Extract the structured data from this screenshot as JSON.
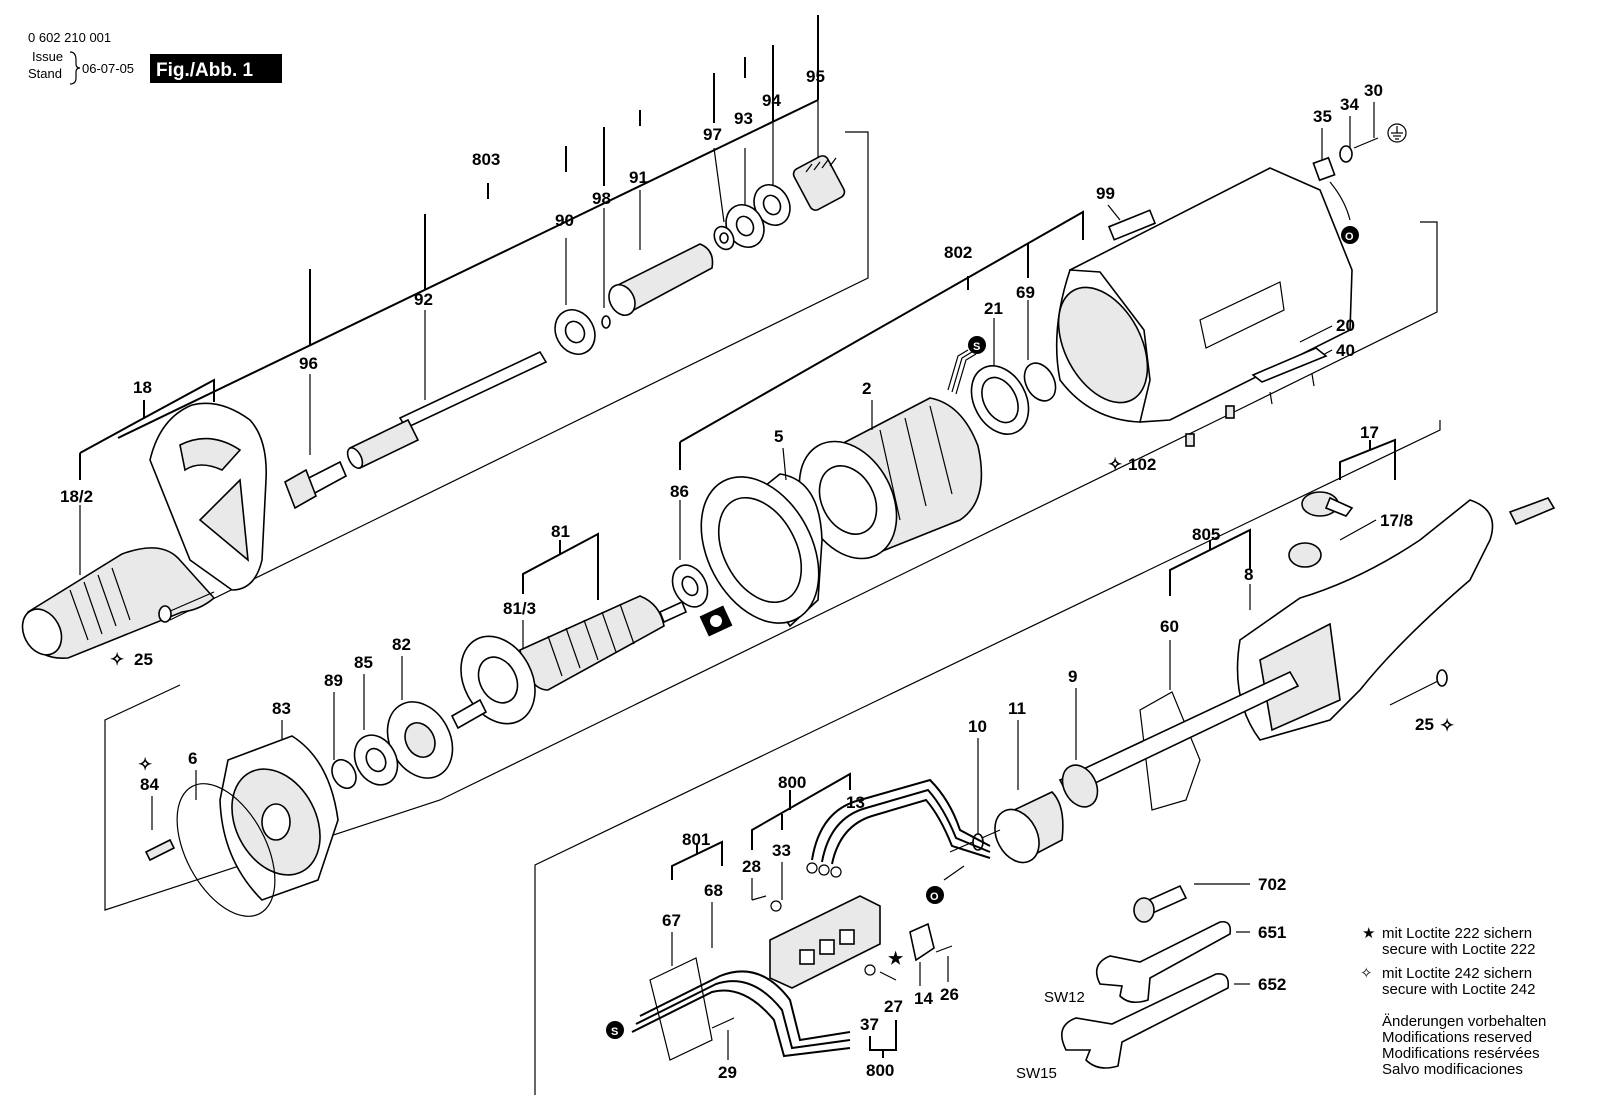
{
  "header": {
    "part_number": "0 602 210 001",
    "issue_label": "Issue",
    "stand_label": "Stand",
    "date": "06-07-05",
    "figure_badge": "Fig./Abb. 1"
  },
  "callouts": {
    "c803": "803",
    "c95": "95",
    "c94": "94",
    "c93": "93",
    "c97": "97",
    "c91": "91",
    "c98": "98",
    "c90": "90",
    "c92": "92",
    "c96": "96",
    "c18": "18",
    "c18_2": "18/2",
    "c25a": "25",
    "c35": "35",
    "c34": "34",
    "c30": "30",
    "c99": "99",
    "c802": "802",
    "c21": "21",
    "c69": "69",
    "c20": "20",
    "c40": "40",
    "c102": "102",
    "c2": "2",
    "c5": "5",
    "c86": "86",
    "c81": "81",
    "c81_3": "81/3",
    "c82": "82",
    "c85": "85",
    "c89": "89",
    "c83": "83",
    "c84": "84",
    "c6": "6",
    "c17": "17",
    "c17_8": "17/8",
    "c805": "805",
    "c8": "8",
    "c60": "60",
    "c9": "9",
    "c11": "11",
    "c10": "10",
    "c25b": "25",
    "c800a": "800",
    "c13": "13",
    "c28": "28",
    "c33": "33",
    "c801": "801",
    "c67": "67",
    "c68": "68",
    "c37": "37",
    "c27": "27",
    "c14": "14",
    "c26": "26",
    "c29": "29",
    "c800b": "800",
    "c702": "702",
    "c651": "651",
    "c652": "652",
    "sw12": "SW12",
    "sw15": "SW15"
  },
  "markers": {
    "s": "S",
    "o": "O"
  },
  "legend": {
    "loctite222_de": "mit Loctite 222 sichern",
    "loctite222_en": "secure with Loctite 222",
    "loctite242_de": "mit Loctite 242 sichern",
    "loctite242_en": "secure with Loctite 242"
  },
  "notice": {
    "de": "Änderungen vorbehalten",
    "en": "Modifications reserved",
    "fr": "Modifications resérvées",
    "es": "Salvo modificaciones"
  }
}
